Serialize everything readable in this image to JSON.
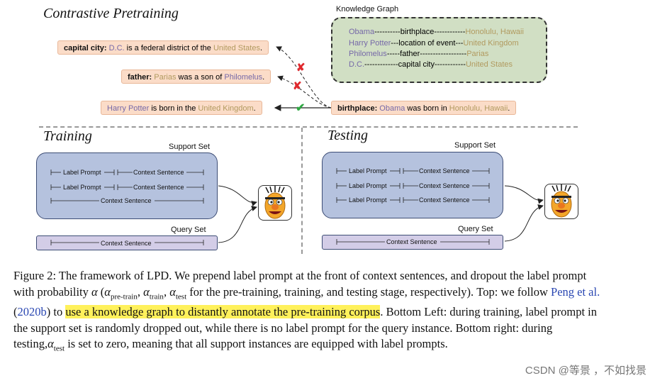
{
  "top": {
    "title": "Contrastive Pretraining",
    "kg": {
      "title": "Knowledge Graph",
      "rows": [
        {
          "head": "Obama",
          "sep1": "----------",
          "rel": "birthplace",
          "sep2": "------------",
          "tail": "Honolulu, Hawaii"
        },
        {
          "head": "Harry Potter",
          "sep1": "---",
          "rel": "location of event",
          "sep2": "---",
          "tail": "United Kingdom"
        },
        {
          "head": "Philomelus",
          "sep1": "-----",
          "rel": "father",
          "sep2": "------------------",
          "tail": "Parias"
        },
        {
          "head": "D.C.",
          "sep1": "-------------",
          "rel": "capital city",
          "sep2": "------------",
          "tail": "United States"
        }
      ]
    },
    "sentences": {
      "s1": {
        "label": "capital city:",
        "p1": "D.C.",
        "mid": " is a federal district of the ",
        "p2": "United States",
        "end": "."
      },
      "s2": {
        "label": "father:",
        "p1": "Parias",
        "mid": " was a son of ",
        "p2": "Philomelus",
        "end": "."
      },
      "s3": {
        "p1": "Harry Potter",
        "mid": " is born in the ",
        "p2": "United Kingdom",
        "end": "."
      },
      "s4": {
        "label": "birthplace:",
        "p1": "Obama",
        "mid": " was born in ",
        "p2": "Honolulu, Hawaii",
        "end": "."
      }
    },
    "marks": {
      "cross": "✘",
      "check": "✔"
    }
  },
  "training": {
    "title": "Training",
    "support_label": "Support Set",
    "query_label": "Query Set",
    "label_prompt": "Label Prompt",
    "context_sentence": "Context Sentence"
  },
  "testing": {
    "title": "Testing",
    "support_label": "Support Set",
    "query_label": "Query Set",
    "label_prompt": "Label Prompt",
    "context_sentence": "Context Sentence"
  },
  "caption": {
    "prefix": "Figure 2: The framework of LPD. We prepend label prompt at the front of context sentences, and dropout the label prompt with probability ",
    "alpha": "α",
    "open": " (",
    "a1": "α",
    "sub1": "pre-train",
    "comma1": ", ",
    "a2": "α",
    "sub2": "train",
    "comma2": ", ",
    "a3": "α",
    "sub3": "test",
    "after_alpha": " for the pre-training, training, and testing stage, respectively). Top: we follow ",
    "cite_author": "Peng et al.",
    "cite_open": " (",
    "cite_year": "2020b",
    "cite_close": ") to ",
    "highlight": "use a knowledge graph to distantly annotate the pre-training corpus",
    "after_highlight": ". Bottom Left: during training, label prompt in the support set is randomly dropped out, while there is no label prompt for the query instance. Bottom right: during testing,",
    "a4": "α",
    "sub4": "test",
    "suffix": " is set to zero, meaning that all support instances are equipped with label prompts."
  },
  "watermark": "CSDN @等景 ，不如找景",
  "colors": {
    "entity_purple": "#7669a8",
    "entity_olive": "#b19a5f",
    "highlight": "#fff15b",
    "cite": "#2a47b2"
  }
}
